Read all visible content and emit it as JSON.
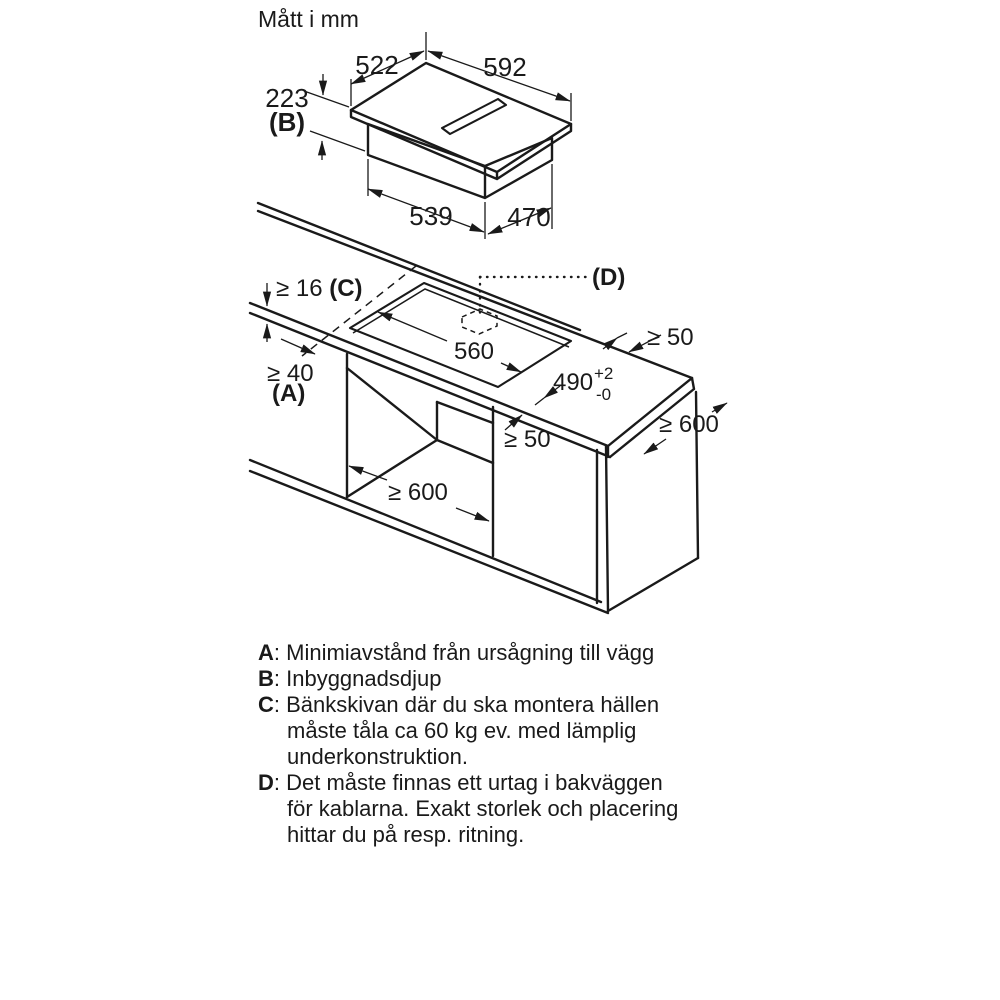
{
  "title": "Mått i mm",
  "colors": {
    "line": "#1a1a1a",
    "background": "#ffffff"
  },
  "hob_dims": {
    "top_depth": "522",
    "top_width": "592",
    "height": "223",
    "height_ref": "(B)",
    "bottom_width": "539",
    "bottom_depth": "470"
  },
  "install_dims": {
    "worktop_thickness": "≥ 16 ",
    "worktop_thickness_ref": "(C)",
    "wall_clearance": "≥ 40",
    "wall_clearance_ref": "(A)",
    "cable_ref": "(D)",
    "cutout_width": "560",
    "cutout_depth": "490",
    "cutout_tol_plus": "+2",
    "cutout_tol_minus": "-0",
    "rear_clearance": "≥ 50",
    "front_clearance": "≥ 50",
    "worktop_depth": "≥ 600",
    "cabinet_width": "≥ 600"
  },
  "legend": {
    "lines": [
      {
        "b": "A",
        "t": ": Minimiavstånd från ursågning till vägg"
      },
      {
        "b": "B",
        "t": ": Inbyggnadsdjup"
      },
      {
        "b": "C",
        "t": ": Bänkskivan där du ska montera hällen"
      },
      {
        "b": "",
        "t": "måste tåla ca 60 kg ev. med lämplig"
      },
      {
        "b": "",
        "t": "underkonstruktion."
      },
      {
        "b": "D",
        "t": ": Det måste finnas ett urtag i bakväggen"
      },
      {
        "b": "",
        "t": "för kablarna. Exakt storlek och placering"
      },
      {
        "b": "",
        "t": "hittar du på resp. ritning."
      }
    ]
  }
}
